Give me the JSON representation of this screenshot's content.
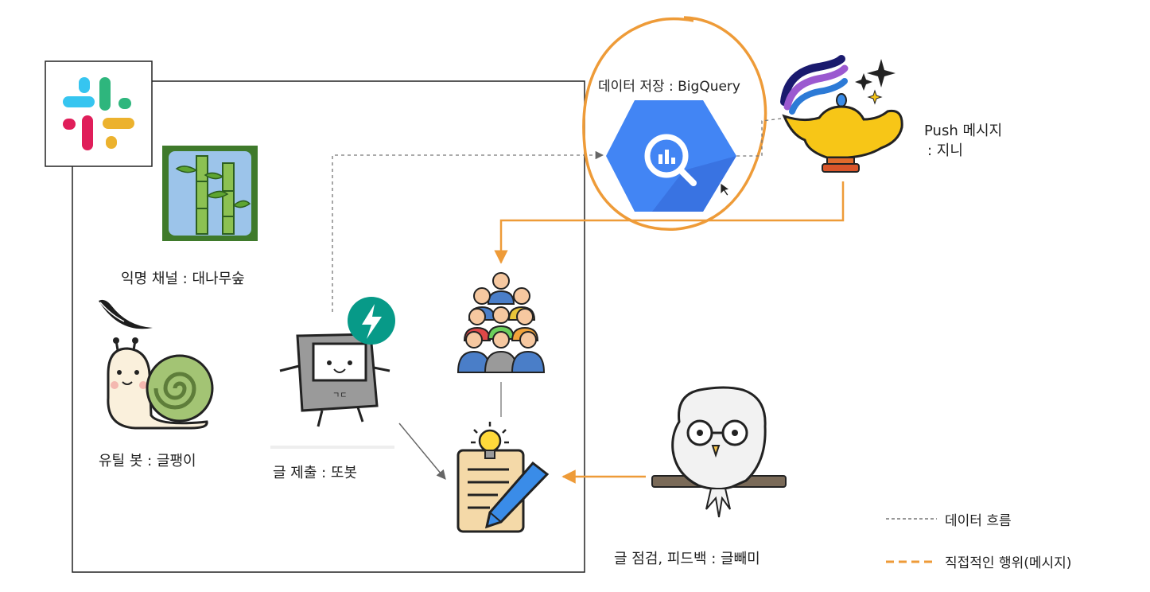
{
  "labels": {
    "bamboo_channel": "익명 채널 : 대나무숲",
    "utility_bot": "유틸 봇 : 글팽이",
    "submit_bot": "글 제출 : 또봇",
    "storage": "데이터 저장 : BigQuery",
    "push_line1": "Push 메시지",
    "push_line2": ": 지니",
    "review_bot": "글 점검, 피드백 : 글빼미"
  },
  "legend": {
    "data_flow": "데이터 흐름",
    "direct_action": "직접적인 행위(메시지)"
  },
  "robot_screen_text": "ㄱㄷ",
  "colors": {
    "frame": "#222222",
    "dashed_flow": "#777777",
    "orange": "#ee9b38",
    "bigquery_blue": "#4285f4",
    "bamboo_bg": "#9cc4ea",
    "bamboo_border": "#3f7a2b"
  },
  "icons": [
    "slack-logo-icon",
    "bamboo-icon",
    "snail-icon",
    "quill-icon",
    "robot-icon",
    "lightning-badge-icon",
    "bigquery-icon",
    "genie-lamp-icon",
    "people-group-icon",
    "idea-document-icon",
    "owl-icon"
  ]
}
